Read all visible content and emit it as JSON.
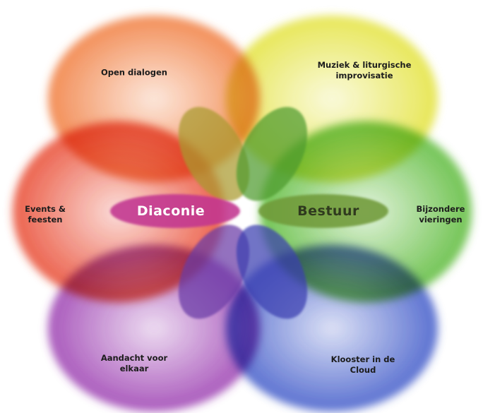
{
  "diagram": {
    "circles": [
      {
        "id": "open-dialogen",
        "label": "Open dialogen",
        "color": "#f07a3a"
      },
      {
        "id": "muziek",
        "label": "Muziek & liturgische\nimprovisatie",
        "color": "#e3e23a"
      },
      {
        "id": "events",
        "label": "Events &\nfeesten",
        "color": "#e8452c"
      },
      {
        "id": "bijzondere",
        "label": "Bijzondere\nvieringen",
        "color": "#58b934"
      },
      {
        "id": "aandacht",
        "label": "Aandacht voor\nelkaar",
        "color": "#9a3bb0"
      },
      {
        "id": "klooster",
        "label": "Klooster in de\nCloud",
        "color": "#3c57c8"
      }
    ],
    "center_petals": {
      "left": {
        "label": "Diaconie",
        "color": "#c2348f",
        "text_color": "#ffffff"
      },
      "right": {
        "label": "Bestuur",
        "color": "#6f9a3a",
        "text_color": "#2f3a1e"
      },
      "top_left_color": "#a99a2e",
      "top_right_color": "#4f9b2c",
      "bottom_left_color": "#6a3aa6",
      "bottom_right_color": "#3b3fb0"
    }
  }
}
